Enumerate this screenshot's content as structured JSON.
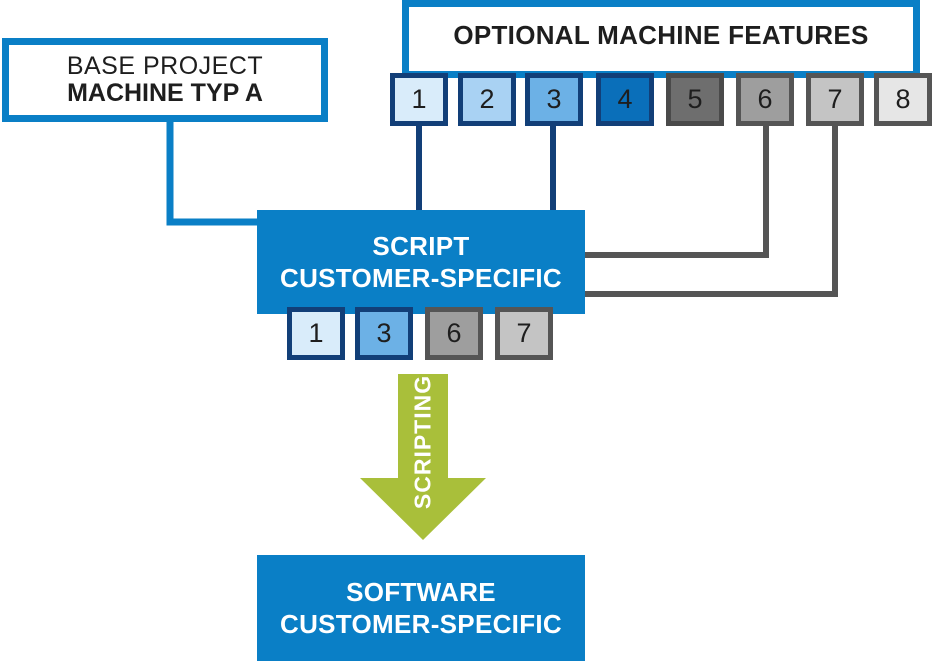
{
  "base_project": {
    "line1": "BASE PROJECT",
    "line2": "MACHINE TYP A"
  },
  "optional_features": {
    "title": "OPTIONAL MACHINE FEATURES",
    "items": [
      {
        "label": "1",
        "fill": "#d9ecfa",
        "border": "#123f78"
      },
      {
        "label": "2",
        "fill": "#a9d2f3",
        "border": "#123f78"
      },
      {
        "label": "3",
        "fill": "#6cb1e6",
        "border": "#123f78"
      },
      {
        "label": "4",
        "fill": "#0a6fba",
        "border": "#123f78"
      },
      {
        "label": "5",
        "fill": "#6e6e6e",
        "border": "#4a4a4a"
      },
      {
        "label": "6",
        "fill": "#9e9e9e",
        "border": "#555555"
      },
      {
        "label": "7",
        "fill": "#c4c4c4",
        "border": "#555555"
      },
      {
        "label": "8",
        "fill": "#e6e6e6",
        "border": "#555555"
      }
    ]
  },
  "script": {
    "line1": "SCRIPT",
    "line2": "CUSTOMER-SPECIFIC",
    "selected": [
      {
        "label": "1",
        "fill": "#d9ecfa",
        "border": "#123f78"
      },
      {
        "label": "3",
        "fill": "#6cb1e6",
        "border": "#123f78"
      },
      {
        "label": "6",
        "fill": "#9e9e9e",
        "border": "#555555"
      },
      {
        "label": "7",
        "fill": "#c4c4c4",
        "border": "#555555"
      }
    ]
  },
  "arrow": {
    "label": "SCRIPTING",
    "color": "#a9bf3a"
  },
  "software": {
    "line1": "SOFTWARE",
    "line2": "CUSTOMER-SPECIFIC"
  },
  "colors": {
    "accent_blue": "#0a7fc6",
    "dark_blue": "#123f78",
    "gray_connector": "#555555"
  }
}
